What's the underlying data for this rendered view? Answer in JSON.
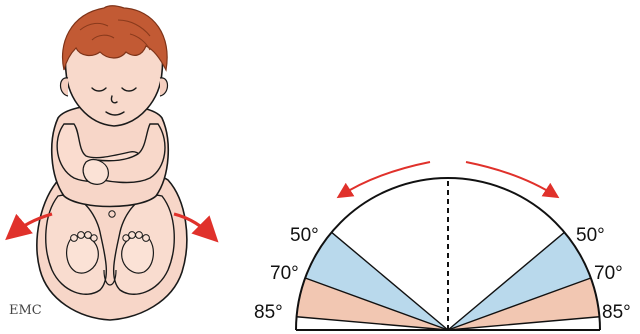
{
  "diagram": {
    "angle_labels": {
      "left": [
        "50°",
        "70°",
        "85°"
      ],
      "right": [
        "50°",
        "70°",
        "85°"
      ]
    },
    "angles_deg": [
      50,
      70,
      85
    ],
    "zones": [
      {
        "from_deg": 50,
        "to_deg": 70,
        "color": "#b9d9ec"
      },
      {
        "from_deg": 70,
        "to_deg": 85,
        "color": "#f2c7b2"
      }
    ],
    "arrow_color": "#e0312b",
    "fill_colors": {
      "skin": "#f7d6c8",
      "hair": "#c25a34",
      "outline": "#1a1a1a"
    },
    "artist_initials": "EMC"
  }
}
